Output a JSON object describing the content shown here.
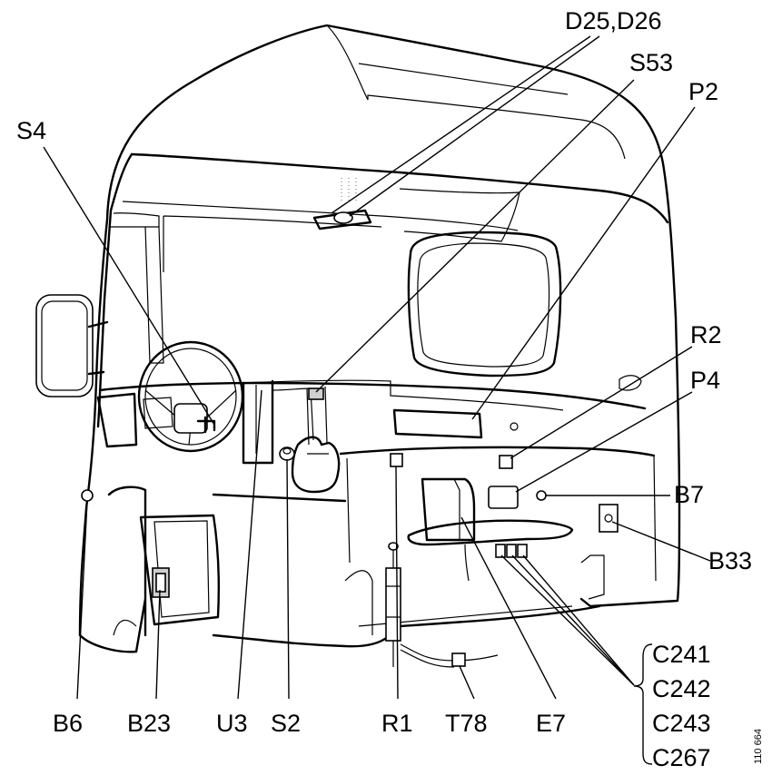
{
  "labels": {
    "d25_d26": "D25,D26",
    "s53": "S53",
    "p2": "P2",
    "s4": "S4",
    "r2": "R2",
    "p4": "P4",
    "b7": "B7",
    "b33": "B33",
    "b6": "B6",
    "b23": "B23",
    "u3": "U3",
    "s2": "S2",
    "r1": "R1",
    "t78": "T78",
    "e7": "E7",
    "c241": "C241",
    "c242": "C242",
    "c243": "C243",
    "c267": "C267"
  },
  "reference_number": "110 664"
}
